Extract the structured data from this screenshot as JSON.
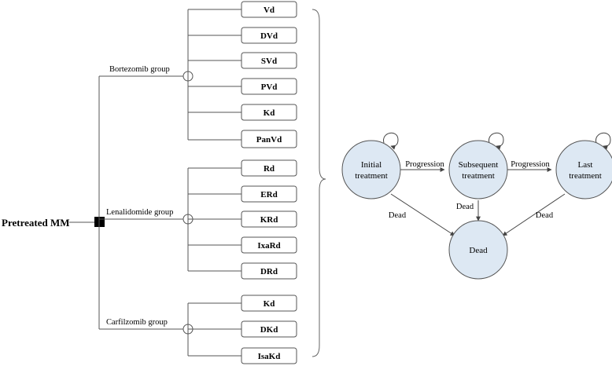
{
  "root": {
    "label": "Pretreated MM"
  },
  "groups": [
    {
      "label": "Bortezomib group",
      "treatments": [
        "Vd",
        "DVd",
        "SVd",
        "PVd",
        "Kd",
        "PanVd"
      ]
    },
    {
      "label": "Lenalidomide group",
      "treatments": [
        "Rd",
        "ERd",
        "KRd",
        "IxaRd",
        "DRd"
      ]
    },
    {
      "label": "Carfilzomib group",
      "treatments": [
        "Kd",
        "DKd",
        "IsaKd"
      ]
    }
  ],
  "markov": {
    "states": {
      "initial": "Initial treatment",
      "subsequent": "Subsequent treatment",
      "last": "Last treatment",
      "dead": "Dead"
    },
    "transitions": {
      "initial_to_subsequent": "Progression",
      "subsequent_to_last": "Progression",
      "initial_to_dead": "Dead",
      "subsequent_to_dead": "Dead",
      "last_to_dead": "Dead"
    }
  },
  "colors": {
    "state_fill": "#dde8f3",
    "line": "#555555",
    "node_fill": "#000000"
  }
}
